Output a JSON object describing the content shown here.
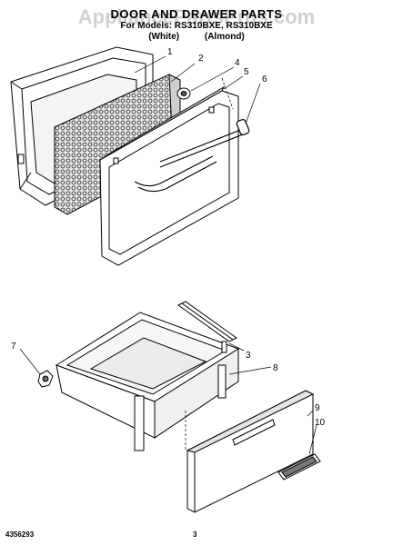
{
  "header": {
    "title": "DOOR AND DRAWER PARTS",
    "line_models": "For Models: RS310BXE, RS310BXE",
    "line_colors": "(White)          (Almond)"
  },
  "watermark": "AppliancePartsPros.com",
  "callouts": {
    "c1": "1",
    "c2": "2",
    "c3": "3",
    "c4": "4",
    "c5": "5",
    "c6": "6",
    "c7": "7",
    "c8": "8",
    "c9": "9",
    "c10": "10"
  },
  "footer": {
    "doc_number": "4356293",
    "page_number": "3"
  }
}
